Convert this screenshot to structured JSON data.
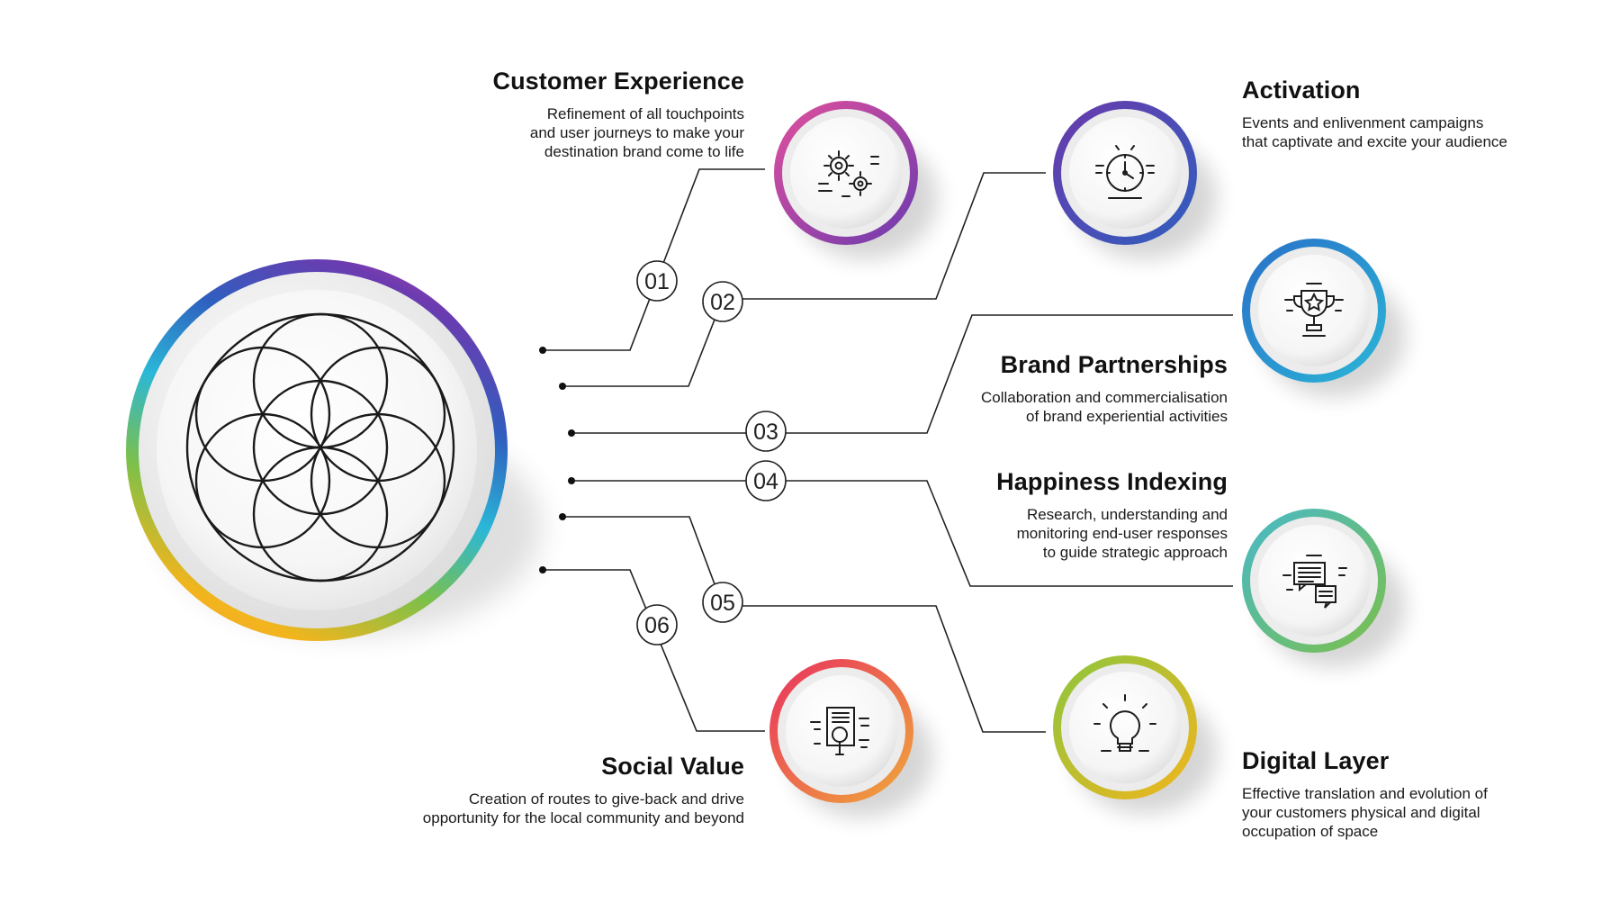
{
  "diagram": {
    "items": [
      {
        "number": "01",
        "title": "Customer Experience",
        "description": [
          "Refinement of all touchpoints",
          "and user journeys to make your",
          "destination brand come to life"
        ],
        "icon": "gears-icon",
        "gradient": [
          "#e14f9c",
          "#6b3bb0"
        ]
      },
      {
        "number": "02",
        "title": "Activation",
        "description": [
          "Events and enlivenment campaigns",
          "that captivate and excite your audience"
        ],
        "icon": "clock-icon",
        "gradient": [
          "#6a3aab",
          "#2f5fbf"
        ]
      },
      {
        "number": "03",
        "title": "Brand Partnerships",
        "description": [
          "Collaboration and commercialisation",
          "of brand experiential activities"
        ],
        "icon": "trophy-icon",
        "gradient": [
          "#2a6fc7",
          "#2ab7d8"
        ]
      },
      {
        "number": "04",
        "title": "Happiness Indexing",
        "description": [
          "Research, understanding and",
          "monitoring end-user responses",
          "to guide strategic approach"
        ],
        "icon": "chat-bubbles-icon",
        "gradient": [
          "#47b9c9",
          "#7cc04a"
        ]
      },
      {
        "number": "05",
        "title": "Digital Layer",
        "description": [
          "Effective translation and evolution of",
          "your customers physical and digital",
          "occupation of space"
        ],
        "icon": "lightbulb-icon",
        "gradient": [
          "#8cc63e",
          "#f3b51d"
        ]
      },
      {
        "number": "06",
        "title": "Social Value",
        "description": [
          "Creation of routes to give-back and drive",
          "opportunity for the local community and beyond"
        ],
        "icon": "document-search-icon",
        "gradient": [
          "#e8325f",
          "#f0a93a"
        ]
      }
    ],
    "center_icon": "flower-of-life-icon",
    "center_ring_colors": [
      "#e14f9c",
      "#6b3bb0",
      "#2f5fbf",
      "#2ab7d8",
      "#7cc04a",
      "#f3b51d",
      "#f58a3c"
    ]
  }
}
